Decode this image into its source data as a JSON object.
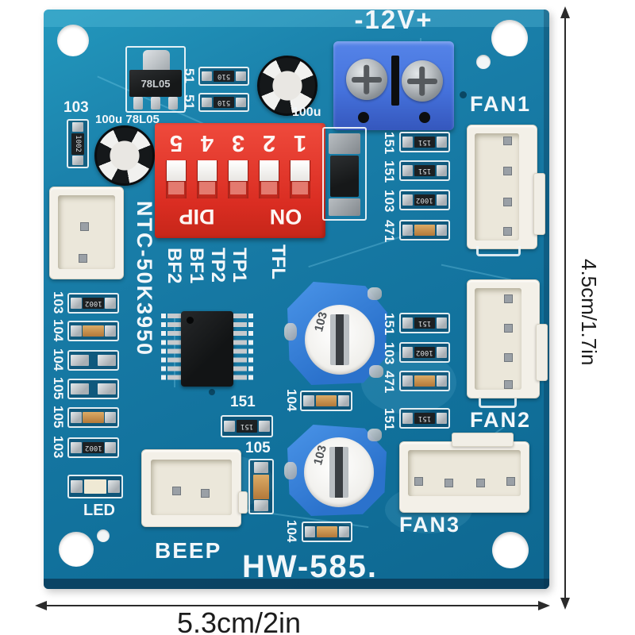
{
  "annotations": {
    "height_label": "4.5cm/1.7in",
    "width_label": "5.3cm/2in"
  },
  "board": {
    "power_label": "-12V+",
    "model_label": "HW-585.",
    "fan1_label": "FAN1",
    "fan2_label": "FAN2",
    "fan3_label": "FAN3",
    "beep_label": "BEEP",
    "led_label": "LED",
    "ntc_label": "NTC-50K3950",
    "regulator_label": "78L05",
    "cap_top_label": "100u",
    "cap_left_label": "100u 78L05",
    "r_topleft_label": "103",
    "r_topleft_chip": "1002",
    "mid_r151_label": "151",
    "mid_r151_chip": "151",
    "mid_r105_label": "105",
    "dip": {
      "numbers": [
        "1",
        "2",
        "3",
        "4",
        "5"
      ],
      "on_label": "ON",
      "dip_label": "DIP"
    },
    "test_points": [
      "TFL",
      "TP1",
      "TP2",
      "BF1",
      "BF2"
    ],
    "pot1_value": "103",
    "pot2_value": "103",
    "pot1_res_label": "104",
    "pot2_res_label": "104",
    "top_res": [
      {
        "label": "51",
        "chip": "510"
      },
      {
        "label": "51",
        "chip": "510"
      }
    ],
    "left_res": [
      {
        "label": "103",
        "chip": "1002",
        "style": "black"
      },
      {
        "label": "104",
        "chip": "",
        "style": "orange"
      },
      {
        "label": "104",
        "chip": "",
        "style": "pads"
      },
      {
        "label": "105",
        "chip": "",
        "style": "pads"
      },
      {
        "label": "105",
        "chip": "",
        "style": "orange"
      },
      {
        "label": "103",
        "chip": "1002",
        "style": "black"
      }
    ],
    "right_upper_res": [
      {
        "label": "151",
        "chip": "151",
        "style": "black"
      },
      {
        "label": "151",
        "chip": "151",
        "style": "black"
      },
      {
        "label": "103",
        "chip": "1002",
        "style": "black"
      },
      {
        "label": "471",
        "chip": "",
        "style": "orange"
      }
    ],
    "right_lower_res": [
      {
        "label": "151",
        "chip": "151",
        "style": "black"
      },
      {
        "label": "103",
        "chip": "1002",
        "style": "black"
      },
      {
        "label": "471",
        "chip": "",
        "style": "orange"
      },
      {
        "label": "151",
        "chip": "151",
        "style": "black"
      }
    ]
  },
  "colors": {
    "pcb_teal": "#1679a4",
    "dip_red": "#e23a2e",
    "terminal_blue": "#4572dc",
    "pot_blue": "#2e7ed8",
    "connector_white": "#f3f0e8",
    "silkscreen_white": "#f2f7fa",
    "background_white": "#ffffff",
    "annotation_black": "#222222"
  }
}
